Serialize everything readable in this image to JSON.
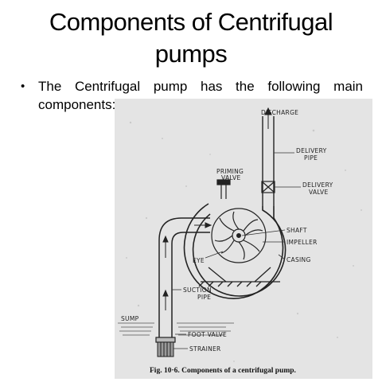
{
  "slide": {
    "title_line1": "Components of Centrifugal",
    "title_line2": "pumps",
    "bullet_marker": "•",
    "bullet_line1": "The Centrifugal pump has the following main",
    "bullet_line2": "components:"
  },
  "figure": {
    "labels": {
      "discharge": "DISCHARGE",
      "delivery_pipe_1": "DELIVERY",
      "delivery_pipe_2": "PIPE",
      "priming_valve_1": "PRIMING",
      "priming_valve_2": "VALVE",
      "delivery_valve_1": "DELIVERY",
      "delivery_valve_2": "VALVE",
      "shaft": "SHAFT",
      "impeller": "IMPELLER",
      "eye": "EYE",
      "casing": "CASING",
      "suction_pipe_1": "SUCTION",
      "suction_pipe_2": "PIPE",
      "sump": "SUMP",
      "foot_valve": "FOOT VALVE",
      "strainer": "STRAINER"
    },
    "caption": "Fig. 10·6.   Components of a centrifugal pump."
  }
}
